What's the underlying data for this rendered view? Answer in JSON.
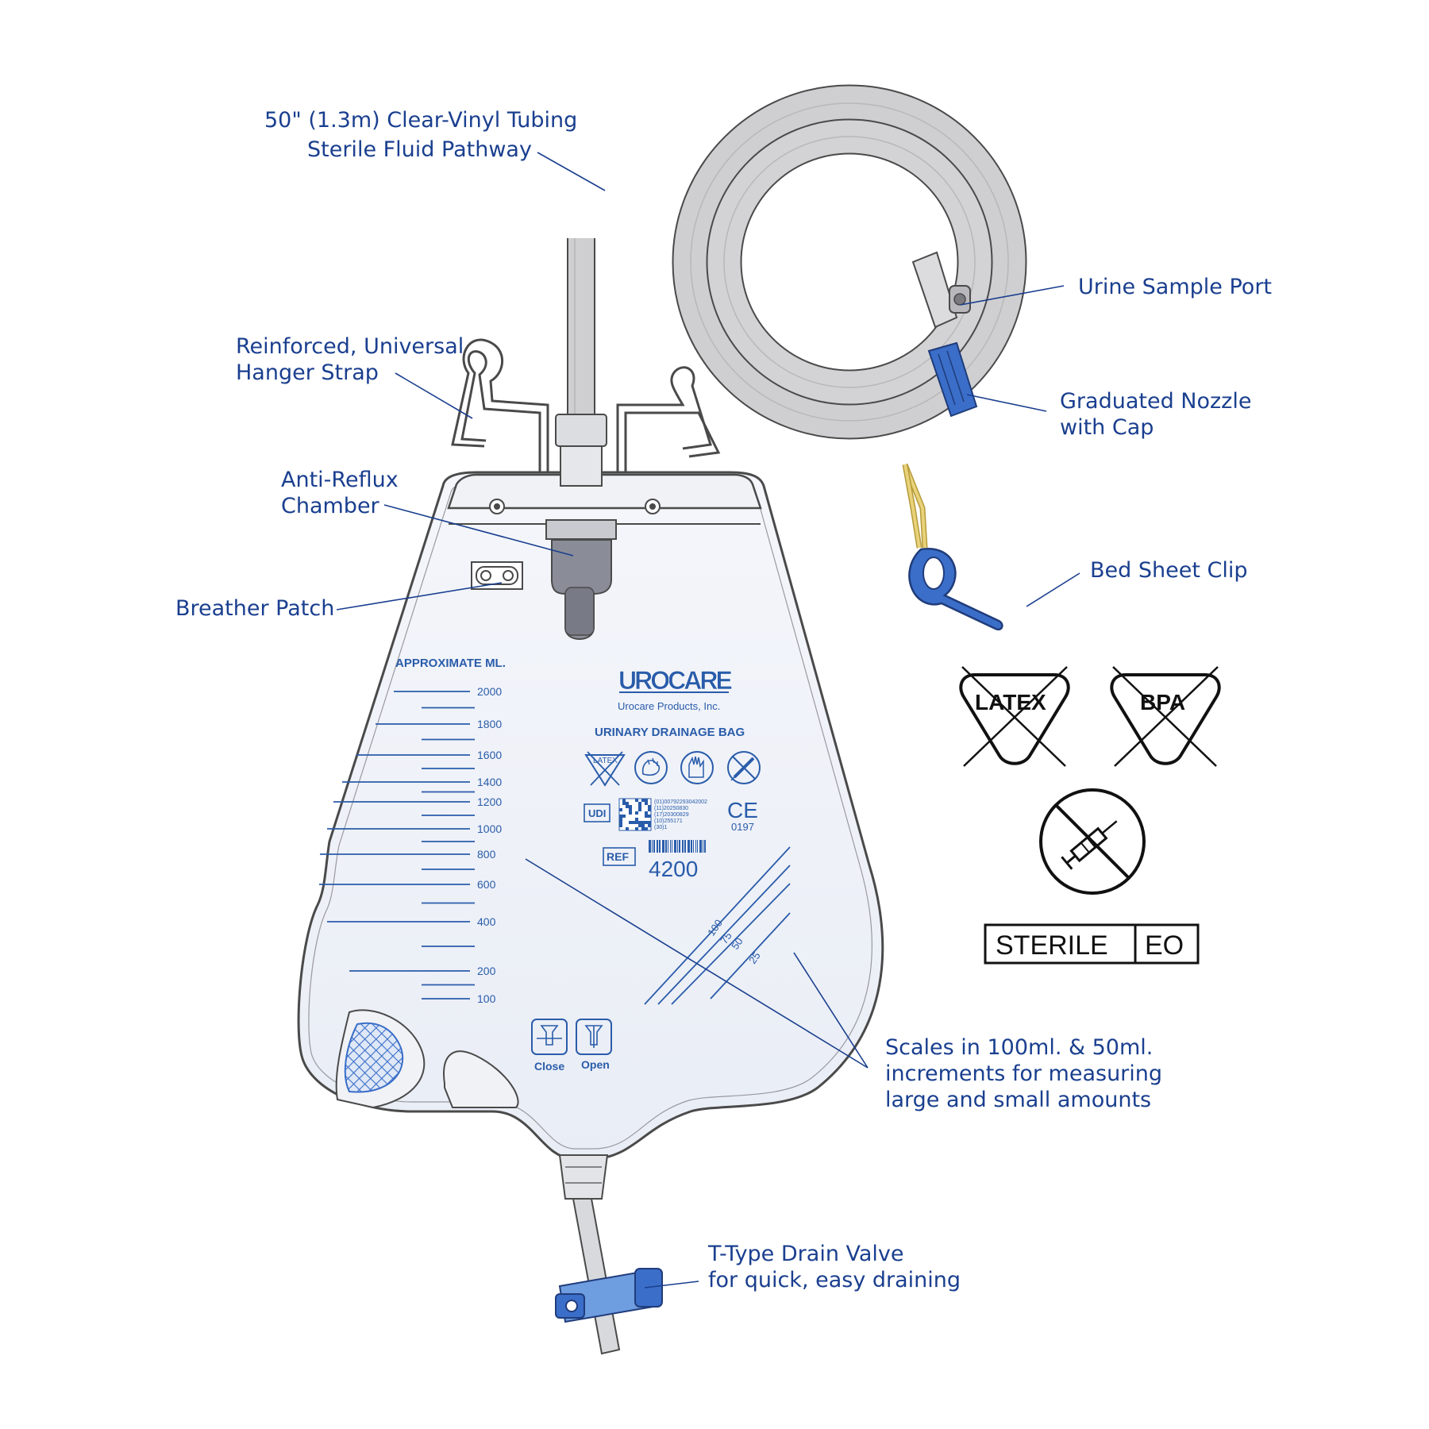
{
  "colors": {
    "callout_text": "#1a3f8f",
    "bag_print": "#2a5caa",
    "cap_blue": "#3a6ec9",
    "clip_yellow": "#e8d27a"
  },
  "callouts": {
    "tubing": [
      "50\" (1.3m) Clear-Vinyl Tubing",
      "Sterile Fluid Pathway"
    ],
    "sample_port": [
      "Urine Sample Port"
    ],
    "hanger": [
      "Reinforced, Universal",
      "Hanger Strap"
    ],
    "nozzle": [
      "Graduated Nozzle",
      "with Cap"
    ],
    "anti_reflux": [
      "Anti-Reflux",
      "Chamber"
    ],
    "breather": [
      "Breather Patch"
    ],
    "clip": [
      "Bed Sheet Clip"
    ],
    "scales": [
      "Scales in 100ml. & 50ml.",
      "increments for measuring",
      "large and small amounts"
    ],
    "drain": [
      "T-Type Drain Valve",
      "for quick, easy draining"
    ]
  },
  "bag": {
    "scale_title": "APPROXIMATE ML.",
    "large_scale": [
      "2000",
      "1800",
      "1600",
      "1400",
      "1200",
      "1000",
      "800",
      "600",
      "400",
      "200",
      "100"
    ],
    "small_scale": [
      "100",
      "75",
      "50",
      "25"
    ],
    "brand": "UROCARE",
    "company": "Urocare Products, Inc.",
    "product": "URINARY DRAINAGE BAG",
    "latex_icon": "LATEX",
    "udi_label": "UDI",
    "udi_lines": [
      "(01)00792293042002",
      "(11)20250830",
      "(17)20300829",
      "(10)255171",
      "(30)1"
    ],
    "ce_mark": "CE",
    "ce_number": "0197",
    "ref_label": "REF",
    "ref_number": "4200",
    "valve_close": "Close",
    "valve_open": "Open"
  },
  "symbols": {
    "no_latex": "LATEX",
    "no_bpa": "BPA",
    "sterile": "STERILE",
    "sterile_method": "EO"
  },
  "icons": [
    "no-latex-icon",
    "no-bpa-icon",
    "no-needle-icon",
    "hand-wash-icon",
    "gloves-icon",
    "qr-code-icon",
    "barcode-icon"
  ]
}
